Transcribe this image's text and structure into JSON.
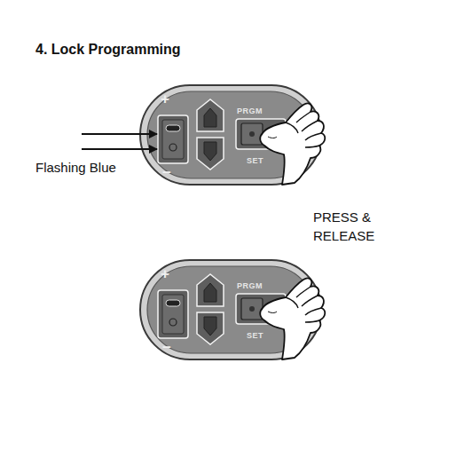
{
  "diagram": {
    "title": "4. Lock Programming",
    "labels": [
      "+",
      "PRGM",
      "SET",
      "−",
      "Flashing Blue",
      "PRESS & RELEASE",
      "+",
      "PRGM",
      "SET",
      "−"
    ]
  }
}
